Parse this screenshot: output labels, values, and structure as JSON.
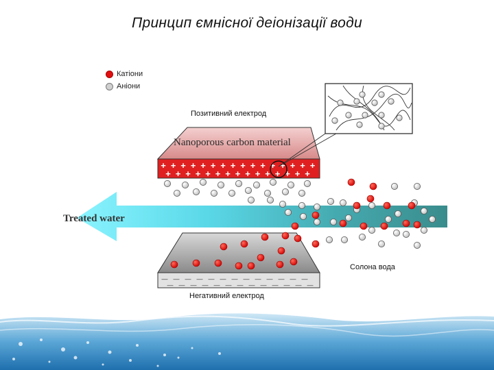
{
  "slide": {
    "title": "Принцип ємнісної деіонізації води"
  },
  "legend": {
    "cations_label": "Катіони",
    "anions_label": "Аніони",
    "cation_color": "#e01010",
    "anion_color": "#c8c8c8"
  },
  "diagram": {
    "positive_electrode_label": "Позитивний електрод",
    "negative_electrode_label": "Негативний електрод",
    "material_label": "Nanoporous carbon material",
    "treated_water_label": "Treated water",
    "salt_water_label": "Солона вода",
    "positive_sign": "+",
    "negative_sign": "—",
    "colors": {
      "positive_plate": "#d82020",
      "negative_plate": "#9a9a9a",
      "arrow_light": "#7ff0ff",
      "arrow_dark": "#3a9090"
    }
  }
}
